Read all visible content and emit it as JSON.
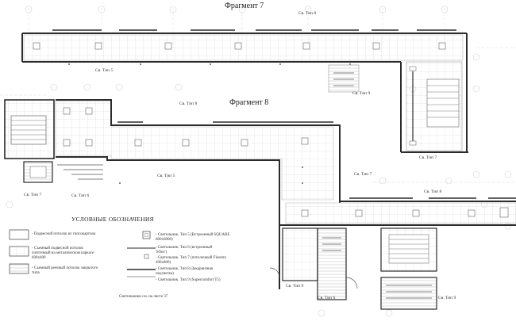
{
  "fragments": {
    "f7_title": "Фрагмент 7",
    "f8_title": "Фрагмент 8"
  },
  "fixture_labels": {
    "type8_a": "Св. Тип 8",
    "type5_a": "Св. Тип 5",
    "type9_a": "Св. Тип 9",
    "type7_a": "Св. Тип 7",
    "type8_b": "Св. Тип 8",
    "type5_b": "Св. Тип 5",
    "type7_b": "Св. Тип 7",
    "type6_a": "Св. Тип 6",
    "type7_c": "Св. Тип 7",
    "type8_c": "Св. Тип 8",
    "type9_b": "Св. Тип 9",
    "type6_b": "Св. Тип 6",
    "type9_c": "Св. Тип 9"
  },
  "legend": {
    "title": "УСЛОВНЫЕ ОБОЗНАЧЕНИЯ",
    "ceilings": [
      "- Подвесной потолок из гипсокартона",
      "- Съемный подвесной потолок плиточный на металическом каркасе 600х600",
      "- Съемный реечный потолок закрытого типа"
    ],
    "fixtures": [
      "- Светильник. Тип 5 (Встроенный SQUARE 600х6000)",
      "- Светильник. Тип 6 (встроенный 'SOes')",
      "- Светильник. Тип 7 (потолочный Finestra 400х800)",
      "- Светильник. Тип 8 (Закарнизная подсветка)",
      "- Светильник. Тип 9 (Supercomfort T5)"
    ],
    "footnote": "Светильники см. на листе 37"
  },
  "colors": {
    "wall": "#2b2b2b",
    "grid": "#c8c8c8",
    "axis": "#d6d6d6",
    "fixture": "#7a7a7a"
  }
}
